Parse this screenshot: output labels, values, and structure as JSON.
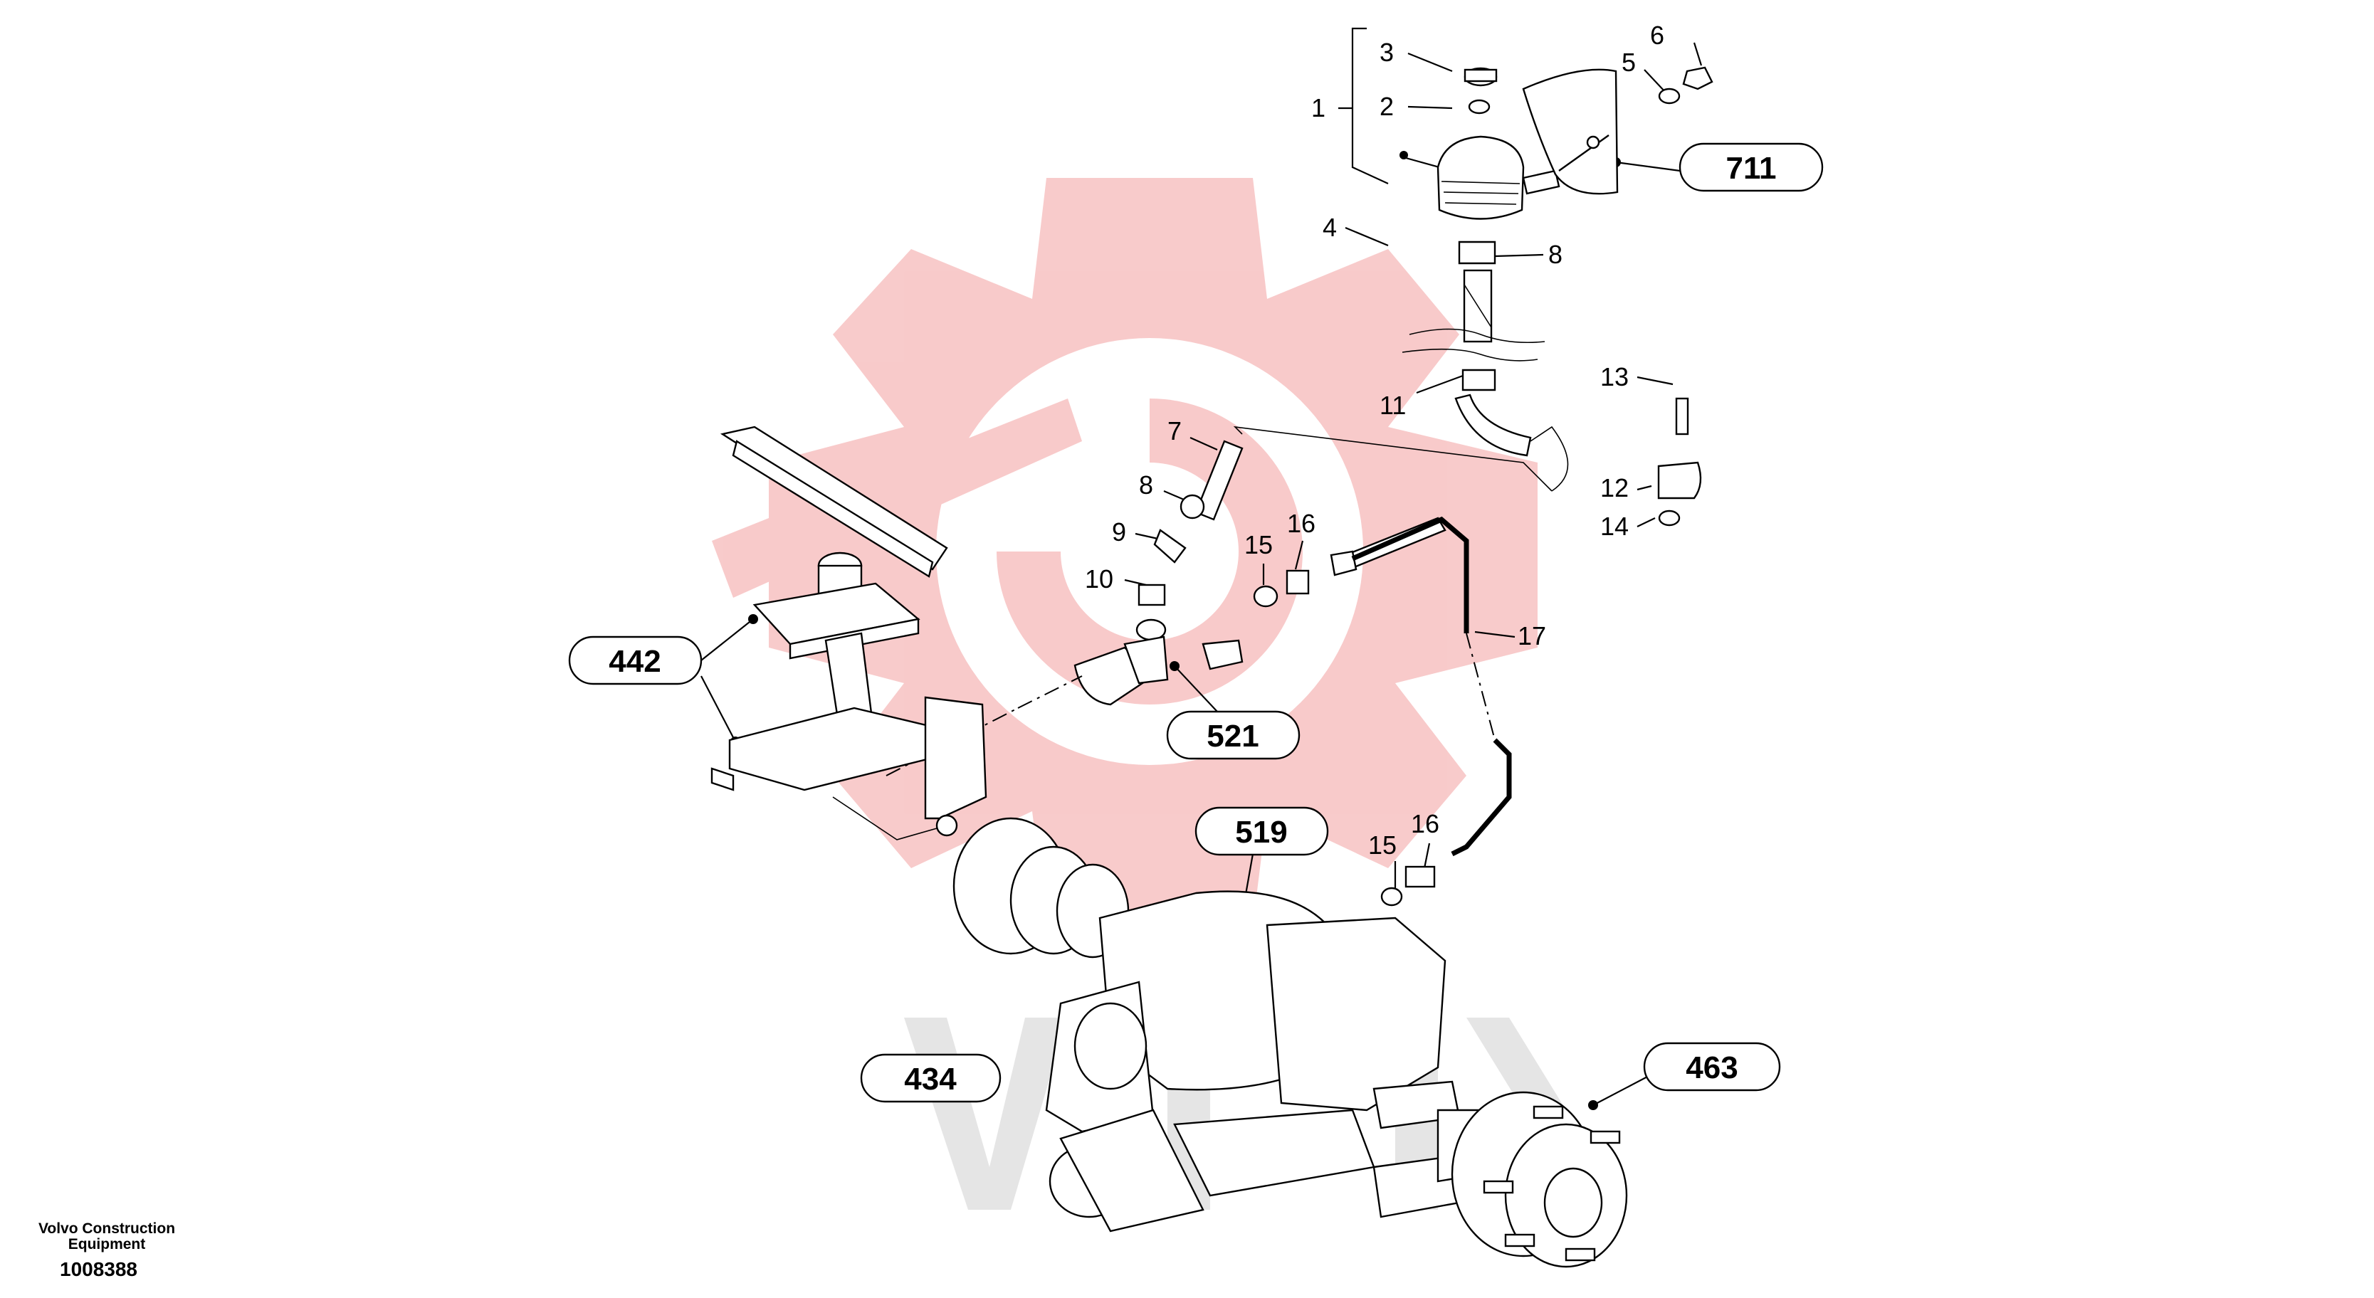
{
  "diagram": {
    "callouts": [
      {
        "id": "c1",
        "label": "1"
      },
      {
        "id": "c2",
        "label": "2"
      },
      {
        "id": "c3",
        "label": "3"
      },
      {
        "id": "c4",
        "label": "4"
      },
      {
        "id": "c5",
        "label": "5"
      },
      {
        "id": "c6",
        "label": "6"
      },
      {
        "id": "c7",
        "label": "7"
      },
      {
        "id": "c8a",
        "label": "8"
      },
      {
        "id": "c8b",
        "label": "8"
      },
      {
        "id": "c9",
        "label": "9"
      },
      {
        "id": "c10",
        "label": "10"
      },
      {
        "id": "c11",
        "label": "11"
      },
      {
        "id": "c12",
        "label": "12"
      },
      {
        "id": "c13",
        "label": "13"
      },
      {
        "id": "c14",
        "label": "14"
      },
      {
        "id": "c15a",
        "label": "15"
      },
      {
        "id": "c15b",
        "label": "15"
      },
      {
        "id": "c16a",
        "label": "16"
      },
      {
        "id": "c16b",
        "label": "16"
      },
      {
        "id": "c17",
        "label": "17"
      }
    ],
    "references": [
      {
        "id": "r711",
        "label": "711"
      },
      {
        "id": "r442",
        "label": "442"
      },
      {
        "id": "r521",
        "label": "521"
      },
      {
        "id": "r519",
        "label": "519"
      },
      {
        "id": "r434",
        "label": "434"
      },
      {
        "id": "r463",
        "label": "463"
      }
    ],
    "watermark_color": "#f3a0a0"
  },
  "footer": {
    "company": "Volvo Construction Equipment",
    "doc_id": "1008388"
  }
}
